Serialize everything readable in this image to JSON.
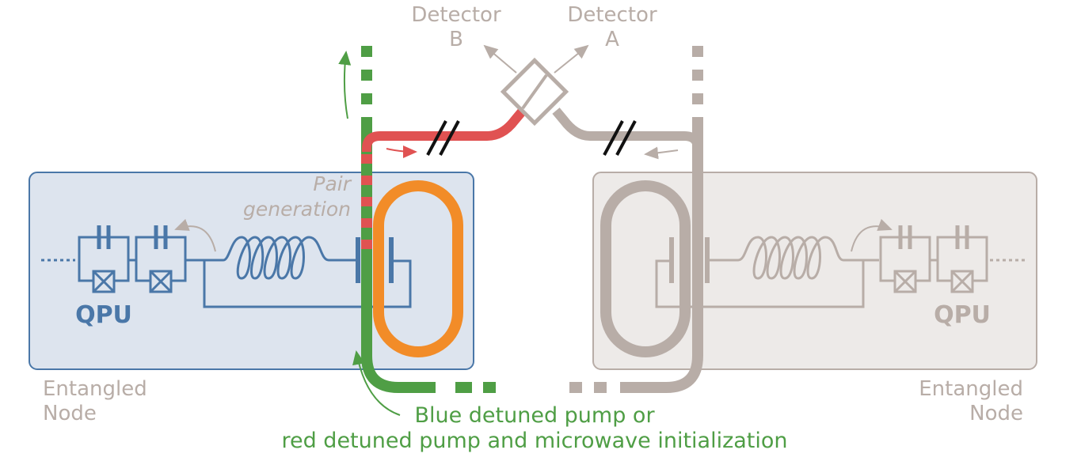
{
  "detectors": {
    "b_line1": "Detector",
    "b_line2": "B",
    "a_line1": "Detector",
    "a_line2": "A"
  },
  "left_node": {
    "qpu_label": "QPU",
    "pair_gen_line1": "Pair",
    "pair_gen_line2": "generation",
    "node_line1": "Entangled",
    "node_line2": "Node"
  },
  "right_node": {
    "qpu_label": "QPU",
    "node_line1": "Entangled",
    "node_line2": "Node"
  },
  "pump": {
    "line1": "Blue detuned pump or",
    "line2": "red detuned pump and microwave initialization"
  },
  "colors": {
    "blue": "#4a77a8",
    "blue_fill": "#dde4ee",
    "gray": "#b8ada7",
    "gray_fill": "#edeae8",
    "green": "#4f9e45",
    "red": "#e05252",
    "orange": "#f28c28",
    "black": "#111111"
  }
}
